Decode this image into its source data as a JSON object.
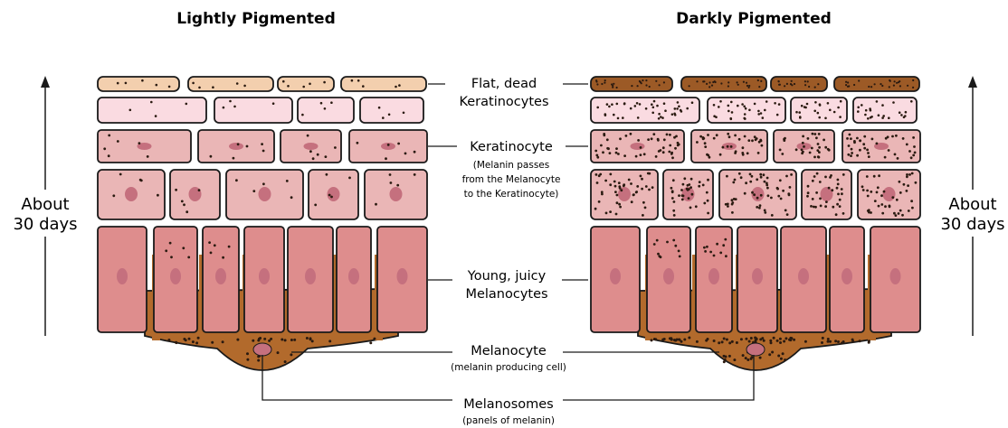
{
  "titles": {
    "left": "Lightly Pigmented",
    "right": "Darkly Pigmented"
  },
  "side_axis": {
    "left_line1": "About",
    "left_line2": "30 days",
    "right_line1": "About",
    "right_line2": "30 days"
  },
  "labels": {
    "flat_dead_1": "Flat, dead",
    "flat_dead_2": "Keratinocytes",
    "keratinocyte": "Keratinocyte",
    "keratinocyte_note_1": "(Melanin passes",
    "keratinocyte_note_2": "from the Melanocyte",
    "keratinocyte_note_3": "to the Keratinocyte)",
    "young_1": "Young, juicy",
    "young_2": "Melanocytes",
    "melanocyte": "Melanocyte",
    "melanocyte_note": "(melanin producing cell)",
    "melanosomes": "Melanosomes",
    "melanosomes_note": "(panels of melanin)"
  },
  "colors": {
    "outline": "#1a1a1a",
    "flat_light": "#f3cfae",
    "flat_dark": "#9c5a26",
    "top_cell": "#fadbe1",
    "mid_cell": "#eab6b6",
    "columnar": "#de8d8d",
    "nucleus": "#c5707e",
    "melanocyte_brown": "#b26a2c",
    "melanin_dot": "#2a1a10"
  },
  "icons": [
    "up-arrow-icon"
  ]
}
